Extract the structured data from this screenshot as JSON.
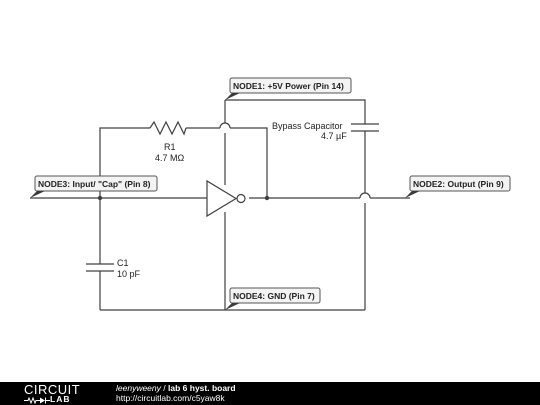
{
  "schematic": {
    "nodes": {
      "node1": "NODE1: +5V Power (Pin 14)",
      "node2": "NODE2: Output (Pin 9)",
      "node3": "NODE3: Input/ \"Cap\" (Pin 8)",
      "node4": "NODE4: GND (Pin 7)"
    },
    "components": {
      "r1": {
        "name": "R1",
        "value": "4.7 MΩ"
      },
      "c1": {
        "name": "C1",
        "value": "10 pF"
      },
      "bypass": {
        "name": "Bypass Capacitor",
        "value": "4.7 µF"
      }
    }
  },
  "footer": {
    "logo_top": "CIRCUIT",
    "logo_bottom": "LAB",
    "author": "leenyweeny",
    "separator": "/",
    "title": "lab 6 hyst. board",
    "url": "http://circuitlab.com/c5yaw8k"
  }
}
